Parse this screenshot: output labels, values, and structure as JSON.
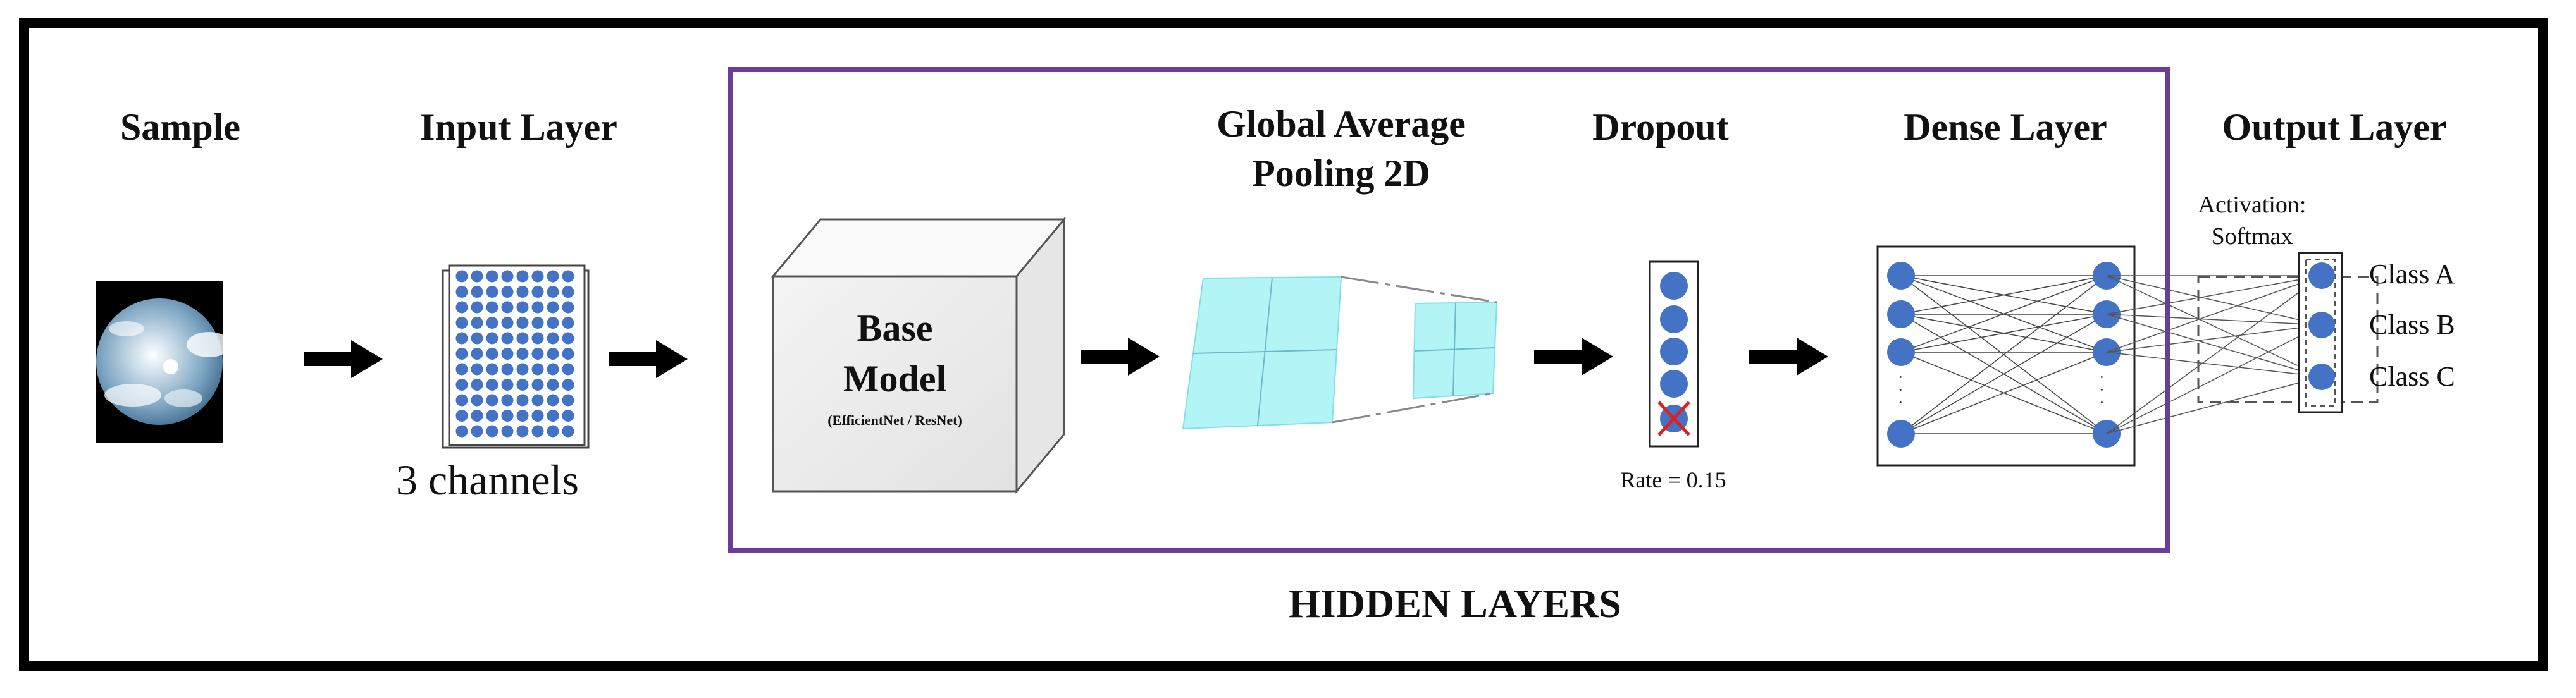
{
  "headers": {
    "sample": "Sample",
    "input_layer": "Input Layer",
    "gap_line1": "Global Average",
    "gap_line2": "Pooling 2D",
    "dropout": "Dropout",
    "dense_layer": "Dense Layer",
    "output_layer": "Output Layer"
  },
  "input_caption": "3 channels",
  "base_model": {
    "line1": "Base",
    "line2": "Model",
    "subtitle": "(EfficientNet / ResNet)"
  },
  "dropout_rate": "Rate = 0.15",
  "activation": {
    "line1": "Activation:",
    "line2": "Softmax"
  },
  "classes": [
    "Class A",
    "Class B",
    "Class C"
  ],
  "hidden_layers_label": "HIDDEN LAYERS",
  "colors": {
    "neuron": "#4472c4",
    "hidden_box": "#6a3d9a",
    "pooling_fill": "#b3f5f7",
    "dropout_cross": "#e02020"
  }
}
